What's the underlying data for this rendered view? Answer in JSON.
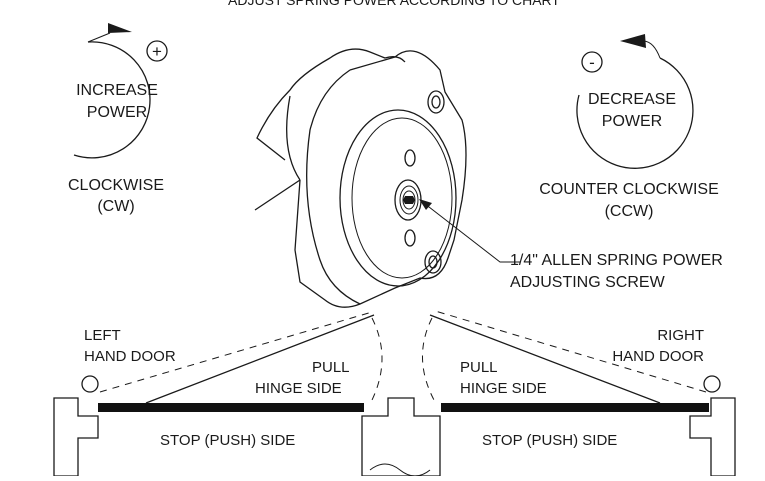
{
  "header": "ADJUST SPRING POWER ACCORDING TO CHART",
  "increase": {
    "sign": "+",
    "line1": "INCREASE",
    "line2": "POWER",
    "dir1": "CLOCKWISE",
    "dir2": "(CW)"
  },
  "decrease": {
    "sign": "-",
    "line1": "DECREASE",
    "line2": "POWER",
    "dir1": "COUNTER CLOCKWISE",
    "dir2": "(CCW)"
  },
  "screw_callout": {
    "line1": "1/4\" ALLEN SPRING POWER",
    "line2": "ADJUSTING SCREW"
  },
  "left_door": {
    "title1": "LEFT",
    "title2": "HAND DOOR",
    "pull1": "PULL",
    "pull2": "HINGE SIDE",
    "stop": "STOP (PUSH) SIDE"
  },
  "right_door": {
    "title1": "RIGHT",
    "title2": "HAND DOOR",
    "pull1": "PULL",
    "pull2": "HINGE SIDE",
    "stop": "STOP (PUSH) SIDE"
  },
  "colors": {
    "ink": "#1a1a1a",
    "door": "#111111",
    "background": "#ffffff"
  }
}
